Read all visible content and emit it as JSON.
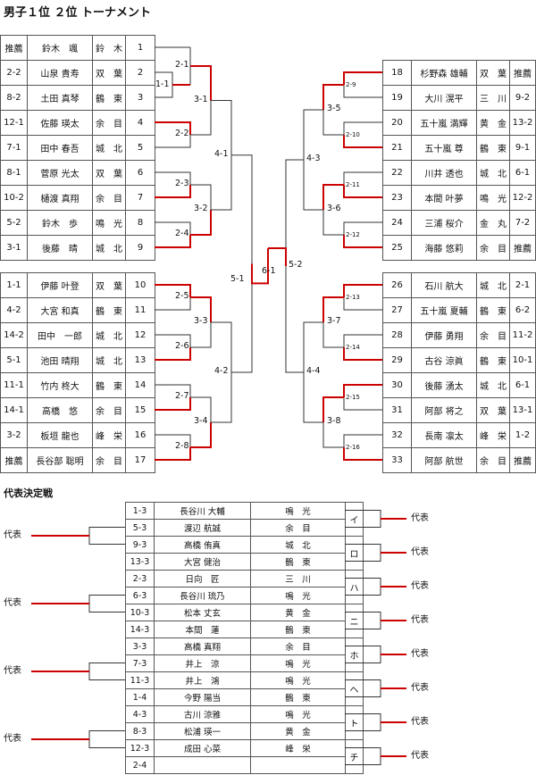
{
  "title": "男子１位 ２位 トーナメント",
  "subtitle": "代表決定戦",
  "left_block1": [
    {
      "seed": "推薦",
      "name": "鈴木　颯",
      "school": "鈴　木",
      "num": "1"
    },
    {
      "seed": "2-2",
      "name": "山泉 貴寿",
      "school": "双　葉",
      "num": "2"
    },
    {
      "seed": "8-2",
      "name": "土田 真琴",
      "school": "鶴　東",
      "num": "3"
    },
    {
      "seed": "12-1",
      "name": "佐藤 瑛太",
      "school": "余　目",
      "num": "4"
    },
    {
      "seed": "7-1",
      "name": "田中 春吾",
      "school": "城　北",
      "num": "5"
    },
    {
      "seed": "8-1",
      "name": "菅原 光太",
      "school": "双　葉",
      "num": "6"
    },
    {
      "seed": "10-2",
      "name": "樋渡 真翔",
      "school": "余　目",
      "num": "7"
    },
    {
      "seed": "5-2",
      "name": "鈴木　歩",
      "school": "鳴　光",
      "num": "8"
    },
    {
      "seed": "3-1",
      "name": "後藤　晴",
      "school": "城　北",
      "num": "9"
    }
  ],
  "left_block2": [
    {
      "seed": "1-1",
      "name": "伊藤 叶登",
      "school": "双　葉",
      "num": "10"
    },
    {
      "seed": "4-2",
      "name": "大宮 和真",
      "school": "鶴　東",
      "num": "11"
    },
    {
      "seed": "14-2",
      "name": "田中　一郎",
      "school": "城　北",
      "num": "12"
    },
    {
      "seed": "5-1",
      "name": "池田 晴翔",
      "school": "城　北",
      "num": "13"
    },
    {
      "seed": "11-1",
      "name": "竹内 柊大",
      "school": "鶴　東",
      "num": "14"
    },
    {
      "seed": "14-1",
      "name": "高橋　悠",
      "school": "余　目",
      "num": "15"
    },
    {
      "seed": "3-2",
      "name": "板垣 龍也",
      "school": "峰　栄",
      "num": "16"
    },
    {
      "seed": "推薦",
      "name": "長谷部 聡明",
      "school": "余　目",
      "num": "17"
    }
  ],
  "right_block1": [
    {
      "num": "18",
      "name": "杉野森 雄輔",
      "school": "双　葉",
      "seed": "推薦"
    },
    {
      "num": "19",
      "name": "大川 滉平",
      "school": "三　川",
      "seed": "9-2"
    },
    {
      "num": "20",
      "name": "五十嵐 満輝",
      "school": "黄　金",
      "seed": "13-2"
    },
    {
      "num": "21",
      "name": "五十嵐 尊",
      "school": "鶴　東",
      "seed": "9-1"
    },
    {
      "num": "22",
      "name": "川井 透也",
      "school": "城　北",
      "seed": "6-1"
    },
    {
      "num": "23",
      "name": "本間 叶夢",
      "school": "鳴　光",
      "seed": "12-2"
    },
    {
      "num": "24",
      "name": "三浦 桜介",
      "school": "金　丸",
      "seed": "7-2"
    },
    {
      "num": "25",
      "name": "海藤 悠莉",
      "school": "余　目",
      "seed": "推薦"
    }
  ],
  "right_block2": [
    {
      "num": "26",
      "name": "石川 航大",
      "school": "城　北",
      "seed": "2-1"
    },
    {
      "num": "27",
      "name": "五十嵐 夏輔",
      "school": "鶴　東",
      "seed": "6-2"
    },
    {
      "num": "28",
      "name": "伊藤 勇翔",
      "school": "余　目",
      "seed": "11-2"
    },
    {
      "num": "29",
      "name": "古谷 涼眞",
      "school": "鶴　東",
      "seed": "10-1"
    },
    {
      "num": "30",
      "name": "後藤 湧太",
      "school": "城　北",
      "seed": "6-1"
    },
    {
      "num": "31",
      "name": "阿部 将之",
      "school": "双　葉",
      "seed": "13-1"
    },
    {
      "num": "32",
      "name": "長南 凛太",
      "school": "峰　栄",
      "seed": "1-2"
    },
    {
      "num": "33",
      "name": "阿部 航世",
      "school": "余　目",
      "seed": "推薦"
    }
  ],
  "match_labels": {
    "m1_1": "1-1",
    "m2_1": "2-1",
    "m2_2": "2-2",
    "m2_3": "2-3",
    "m2_4": "2-4",
    "m2_5": "2-5",
    "m2_6": "2-6",
    "m2_7": "2-7",
    "m2_8": "2-8",
    "m2_9": "2-9",
    "m2_10": "2-10",
    "m2_11": "2-11",
    "m2_12": "2-12",
    "m2_13": "2-13",
    "m2_14": "2-14",
    "m2_15": "2-15",
    "m2_16": "2-16",
    "m3_1": "3-1",
    "m3_2": "3-2",
    "m3_3": "3-3",
    "m3_4": "3-4",
    "m3_5": "3-5",
    "m3_6": "3-6",
    "m3_7": "3-7",
    "m3_8": "3-8",
    "m4_1": "4-1",
    "m4_2": "4-2",
    "m4_3": "4-3",
    "m4_4": "4-4",
    "m5_1": "5-1",
    "m5_2": "5-2",
    "m6_1": "6-1"
  },
  "playoff_rows": [
    {
      "seed": "1-3",
      "name": "長谷川 大輔",
      "school": "鳴　光"
    },
    {
      "seed": "5-3",
      "name": "渡辺 航誠",
      "school": "余　目"
    },
    {
      "seed": "9-3",
      "name": "高橋 侑真",
      "school": "城　北"
    },
    {
      "seed": "13-3",
      "name": "大宮 健治",
      "school": "鶴　東"
    },
    {
      "seed": "2-3",
      "name": "日向　匠",
      "school": "三　川"
    },
    {
      "seed": "6-3",
      "name": "長谷川 琉乃",
      "school": "鳴　光"
    },
    {
      "seed": "10-3",
      "name": "松本 丈玄",
      "school": "黄　金"
    },
    {
      "seed": "14-3",
      "name": "本間　蓮",
      "school": "鶴　東"
    },
    {
      "seed": "3-3",
      "name": "高橋 真翔",
      "school": "余　目"
    },
    {
      "seed": "7-3",
      "name": "井上　涼",
      "school": "鳴　光"
    },
    {
      "seed": "11-3",
      "name": "井上　鴻",
      "school": "鳴　光"
    },
    {
      "seed": "1-4",
      "name": "今野 陽当",
      "school": "鶴　東"
    },
    {
      "seed": "4-3",
      "name": "古川 涼雅",
      "school": "鳴　光"
    },
    {
      "seed": "8-3",
      "name": "松浦 瑛一",
      "school": "黄　金"
    },
    {
      "seed": "12-3",
      "name": "成田 心菜",
      "school": "峰　栄"
    },
    {
      "seed": "2-4",
      "name": "",
      "school": ""
    }
  ],
  "playoff_groups": [
    "イ",
    "ロ",
    "ハ",
    "ニ",
    "ホ",
    "ヘ",
    "ト",
    "チ"
  ],
  "playoff_left_labels": [
    "代表",
    "代表",
    "代表",
    "代表"
  ],
  "playoff_right_labels": [
    "代表",
    "代表",
    "代表",
    "代表",
    "代表",
    "代表",
    "代表",
    "代表"
  ],
  "colors": {
    "win_line": "#cc0000",
    "line": "#333333",
    "border": "#555555",
    "corner_mark": "#2e7d32"
  }
}
